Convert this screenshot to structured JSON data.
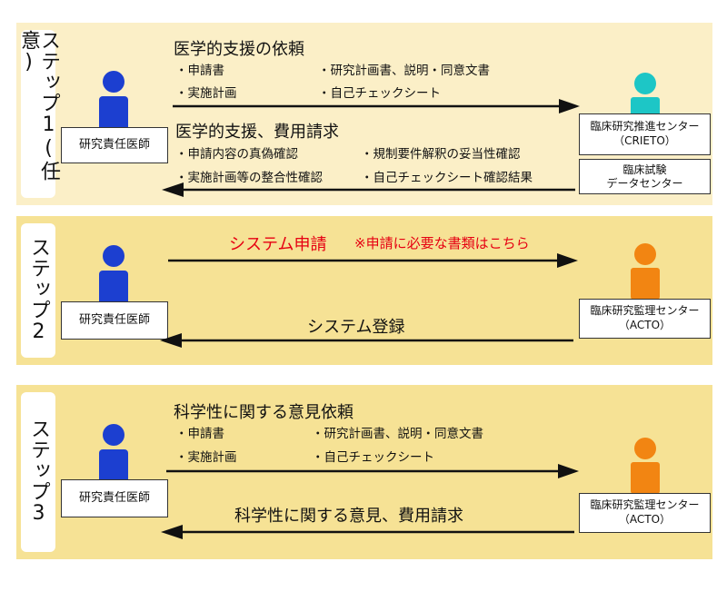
{
  "colors": {
    "doctor": "#1c3fd0",
    "crieto": "#1dc6c6",
    "acto": "#f28512",
    "arrow": "#111111",
    "red": "#e60012"
  },
  "step1": {
    "label": "ステップ1(任意)",
    "doctor": "研究責任医師",
    "request_title": "医学的支援の依頼",
    "request_items": [
      "・申請書",
      "・研究計画書、説明・同意文書",
      "・実施計画",
      "・自己チェックシート"
    ],
    "reply_title": "医学的支援、費用請求",
    "reply_items": [
      "・申請内容の真偽確認",
      "・規制要件解釈の妥当性確認",
      "・実施計画等の整合性確認",
      "・自己チェックシート確認結果"
    ],
    "center1_line1": "臨床研究推進センター",
    "center1_line2": "（CRIETO）",
    "center2_line1": "臨床試験",
    "center2_line2": "データセンター"
  },
  "step2": {
    "label": "ステップ2",
    "doctor": "研究責任医師",
    "request_title": "システム申請",
    "request_note": "※申請に必要な書類はこちら",
    "reply_title": "システム登録",
    "center_line1": "臨床研究監理センター",
    "center_line2": "（ACTO）"
  },
  "step3": {
    "label": "ステップ3",
    "doctor": "研究責任医師",
    "request_title": "科学性に関する意見依頼",
    "request_items": [
      "・申請書",
      "・研究計画書、説明・同意文書",
      "・実施計画",
      "・自己チェックシート"
    ],
    "reply_title": "科学性に関する意見、費用請求",
    "center_line1": "臨床研究監理センター",
    "center_line2": "（ACTO）"
  }
}
